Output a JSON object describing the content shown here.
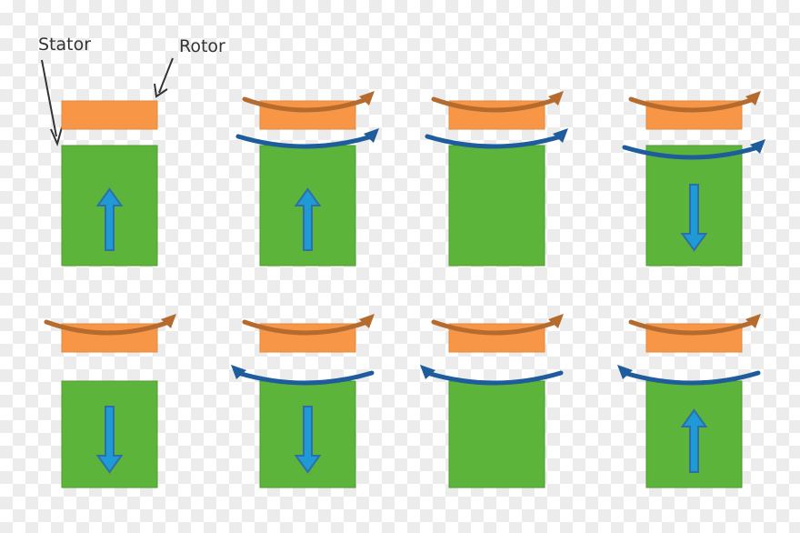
{
  "labels": {
    "stator": "Stator",
    "rotor": "Rotor"
  },
  "colors": {
    "rotor_fill": "#f79646",
    "stator_fill": "#5db43a",
    "orange_arc": "#b56a2e",
    "blue_arc": "#1f5c9c",
    "arrow_fill": "#1f9ad6",
    "arrow_stroke": "#2e6fa8"
  },
  "frames": [
    {
      "row": 1,
      "col": 1,
      "orange_arc": false,
      "blue_arc": false,
      "arrow": "up",
      "blue_arc_curl": "right"
    },
    {
      "row": 1,
      "col": 2,
      "orange_arc": true,
      "blue_arc": true,
      "arrow": "up",
      "blue_arc_curl": "right"
    },
    {
      "row": 1,
      "col": 3,
      "orange_arc": true,
      "blue_arc": true,
      "arrow": "none",
      "blue_arc_curl": "right"
    },
    {
      "row": 1,
      "col": 4,
      "orange_arc": true,
      "blue_arc": true,
      "arrow": "down",
      "blue_arc_curl": "right"
    },
    {
      "row": 2,
      "col": 1,
      "orange_arc": true,
      "blue_arc": false,
      "arrow": "down",
      "blue_arc_curl": "left"
    },
    {
      "row": 2,
      "col": 2,
      "orange_arc": true,
      "blue_arc": true,
      "arrow": "down",
      "blue_arc_curl": "left"
    },
    {
      "row": 2,
      "col": 3,
      "orange_arc": true,
      "blue_arc": true,
      "arrow": "none",
      "blue_arc_curl": "left"
    },
    {
      "row": 2,
      "col": 4,
      "orange_arc": true,
      "blue_arc": true,
      "arrow": "up",
      "blue_arc_curl": "left"
    }
  ]
}
